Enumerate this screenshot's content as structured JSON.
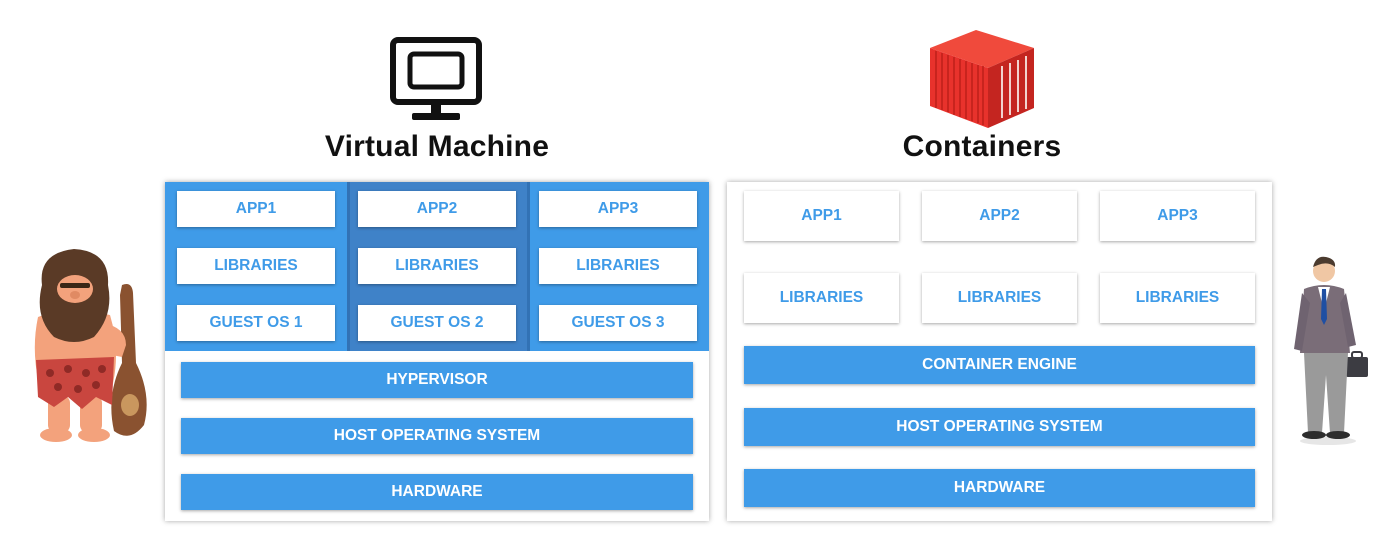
{
  "vm": {
    "title": "Virtual Machine",
    "apps": [
      "APP1",
      "APP2",
      "APP3"
    ],
    "libraries": [
      "LIBRARIES",
      "LIBRARIES",
      "LIBRARIES"
    ],
    "guest_os": [
      "GUEST OS 1",
      "GUEST OS 2",
      "GUEST OS 3"
    ],
    "layers": [
      "HYPERVISOR",
      "HOST OPERATING SYSTEM",
      "HARDWARE"
    ]
  },
  "containers": {
    "title": "Containers",
    "apps": [
      "APP1",
      "APP2",
      "APP3"
    ],
    "libraries": [
      "LIBRARIES",
      "LIBRARIES",
      "LIBRARIES"
    ],
    "layers": [
      "CONTAINER ENGINE",
      "HOST OPERATING SYSTEM",
      "HARDWARE"
    ]
  },
  "colors": {
    "layer_blue": "#3f9be8",
    "vm_middle_column": "#3f82c8",
    "container_red": "#e8322c"
  },
  "icons": {
    "vm": "monitor-icon",
    "containers": "shipping-container-icon",
    "left_figure": "caveman-illustration",
    "right_figure": "businessman-illustration"
  }
}
